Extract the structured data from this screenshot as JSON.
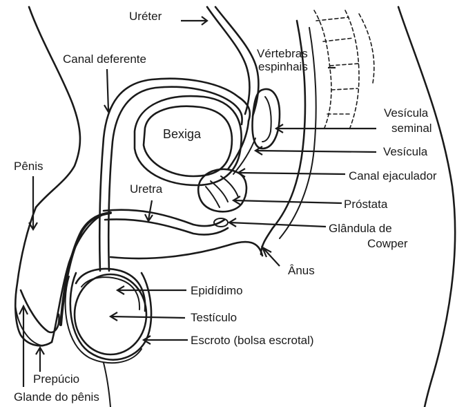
{
  "labels": {
    "ureter": "Uréter",
    "canal_deferente": "Canal deferente",
    "vertebras_line1": "Vértebras",
    "vertebras_line2": "espinhais",
    "bexiga": "Bexiga",
    "vesicula_seminal_line1": "Vesícula",
    "vesicula_seminal_line2": "seminal",
    "vesicula": "Vesícula",
    "penis": "Pênis",
    "canal_ejaculador": "Canal ejaculador",
    "uretra": "Uretra",
    "prostata": "Próstata",
    "glandula_line1": "Glândula de",
    "glandula_line2": "Cowper",
    "anus": "Ânus",
    "epididimo": "Epidídimo",
    "testiculo": "Testículo",
    "escroto": "Escroto (bolsa escrotal)",
    "prepucio": "Prepúcio",
    "glande": "Glande do pênis"
  },
  "colors": {
    "ink": "#1a1a1a",
    "background": "#ffffff"
  }
}
